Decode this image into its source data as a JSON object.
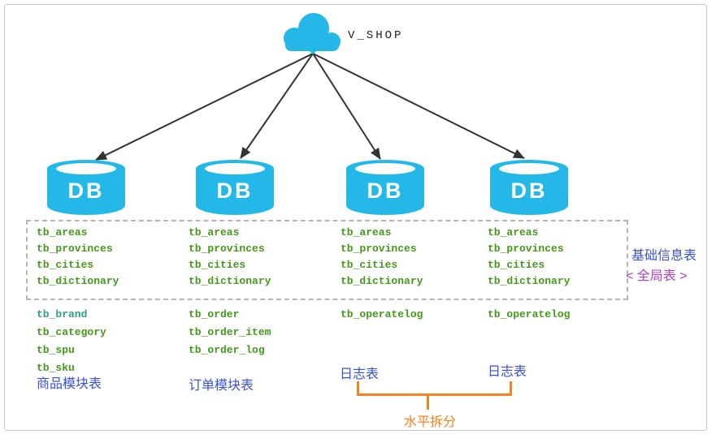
{
  "diagram": {
    "system_label": "V_SHOP",
    "db_label": "DB",
    "shards": [
      {
        "global_tables": [
          "tb_areas",
          "tb_provinces",
          "tb_cities",
          "tb_dictionary"
        ],
        "module_tables": [
          "tb_brand",
          "tb_category",
          "tb_spu",
          "tb_sku"
        ],
        "module_label": "商品模块表"
      },
      {
        "global_tables": [
          "tb_areas",
          "tb_provinces",
          "tb_cities",
          "tb_dictionary"
        ],
        "module_tables": [
          "tb_order",
          "tb_order_item",
          "tb_order_log"
        ],
        "module_label": "订单模块表"
      },
      {
        "global_tables": [
          "tb_areas",
          "tb_provinces",
          "tb_cities",
          "tb_dictionary"
        ],
        "module_tables": [
          "tb_operatelog"
        ],
        "module_label": "日志表"
      },
      {
        "global_tables": [
          "tb_areas",
          "tb_provinces",
          "tb_cities",
          "tb_dictionary"
        ],
        "module_tables": [
          "tb_operatelog"
        ],
        "module_label": "日志表"
      }
    ],
    "global_box": {
      "label_line1": "基础信息表",
      "label_line2": "< 全局表 >"
    },
    "bracket": {
      "label": "水平拆分"
    },
    "colors": {
      "cyan": "#24b8e9",
      "table_green": "#44991a",
      "table_teal": "#2fa181",
      "label_blue": "#3a50d9",
      "label_purple": "#ac3fc4",
      "bracket_orange": "#f5821f",
      "arrow_dark": "#333333",
      "dashed_border_gray": "#b5b5b5"
    }
  }
}
